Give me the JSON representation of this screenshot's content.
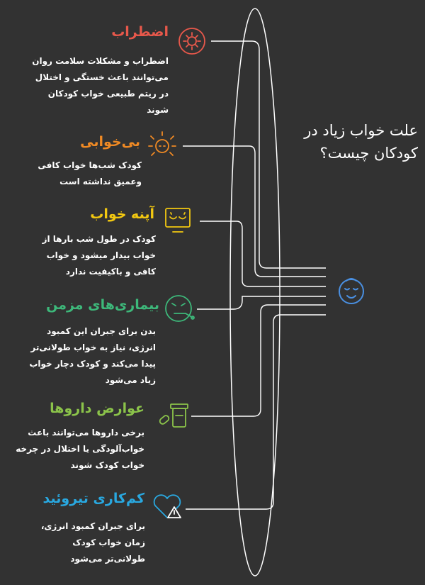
{
  "title": "علت خواب زیاد در کودکان چیست؟",
  "colors": {
    "background": "#323232",
    "lines": "#ffffff",
    "center_icon": "#4a90e2"
  },
  "center_icon": "baby-face-icon",
  "causes": [
    {
      "heading": "اضطراب",
      "description": "اضطراب و مشکلات سلامت روان می‌توانند باعث خستگی و اختلال در ریتم طبیعی خواب کودکان شوند",
      "color": "#e8584b",
      "icon": "virus-icon"
    },
    {
      "heading": "بی‌خوابی",
      "description": "کودک شب‌ها خواب کافی وعمیق نداشته است",
      "color": "#f08a24",
      "icon": "sleepless-face-icon"
    },
    {
      "heading": "آپنه خواب",
      "description": "کودک در طول شب بارها از خواب بیدار میشود و خواب کافی و باکیفیت ندارد",
      "color": "#f2c811",
      "icon": "monitor-closed-eyes-icon"
    },
    {
      "heading": "بیماری‌های مزمن",
      "description": "بدن برای جبران این کمبود انرژی، نیاز به خواب طولانی‌تر پیدا می‌کند و کودک دچار خواب زیاد می‌شود",
      "color": "#3db87a",
      "icon": "sick-face-icon"
    },
    {
      "heading": "عوارض داروها",
      "description": "برخی داروها می‌توانند باعث خواب‌آلودگی یا اختلال در چرخه خواب کودک شوند",
      "color": "#8bc34a",
      "icon": "medicine-bottle-icon"
    },
    {
      "heading": "کم‌کاری تیروئید",
      "description": "برای جبران کمبود انرژی، زمان خواب کودک طولانی‌تر می‌شود",
      "color": "#29a8e0",
      "icon": "heart-warning-icon"
    }
  ]
}
